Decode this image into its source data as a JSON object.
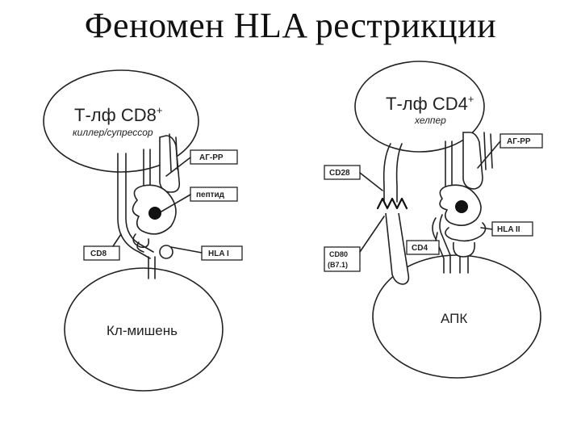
{
  "title": "Феномен HLA рестрикции",
  "left": {
    "top_cell": "Т-лф CD8",
    "top_cell_sup": "+",
    "top_cell_sub": "киллер/супрессор",
    "bottom_cell": "Кл-мишень",
    "labels": {
      "ag_rr": "АГ-РР",
      "peptide": "пептид",
      "cd8": "CD8",
      "hla": "HLA I"
    }
  },
  "right": {
    "top_cell": "Т-лф CD4",
    "top_cell_sup": "+",
    "top_cell_sub": "хелпер",
    "bottom_cell": "АПК",
    "labels": {
      "ag_rr": "АГ-РР",
      "cd28": "CD28",
      "cd80_line1": "CD80",
      "cd80_line2": "(В7.1)",
      "cd4": "CD4",
      "hla": "HLA II"
    }
  }
}
